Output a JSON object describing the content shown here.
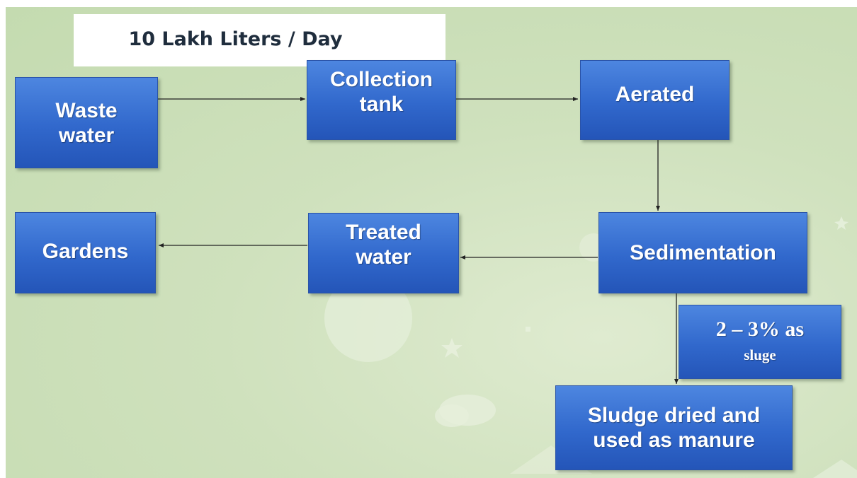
{
  "diagram": {
    "title": "10 Lakh Liters / Day",
    "nodes": [
      {
        "id": "waste-water",
        "label": "Waste\nwater"
      },
      {
        "id": "collection-tank",
        "label": "Collection\ntank"
      },
      {
        "id": "aerated",
        "label": "Aerated"
      },
      {
        "id": "sedimentation",
        "label": "Sedimentation"
      },
      {
        "id": "treated-water",
        "label": "Treated\nwater"
      },
      {
        "id": "gardens",
        "label": "Gardens"
      },
      {
        "id": "sludge-dried",
        "label": "Sludge dried and\nused as manure"
      }
    ],
    "sludge_note": {
      "line1": "2 – 3% as",
      "line2": "sluge"
    },
    "edges": [
      {
        "from": "waste-water",
        "to": "collection-tank"
      },
      {
        "from": "collection-tank",
        "to": "aerated"
      },
      {
        "from": "aerated",
        "to": "sedimentation"
      },
      {
        "from": "sedimentation",
        "to": "treated-water"
      },
      {
        "from": "treated-water",
        "to": "gardens"
      },
      {
        "from": "sedimentation",
        "to": "sludge-dried"
      }
    ],
    "colors": {
      "node_fill": "#3168cc",
      "node_text": "#ffffff",
      "background": "#cfe1bd",
      "arrow": "#222222"
    }
  }
}
